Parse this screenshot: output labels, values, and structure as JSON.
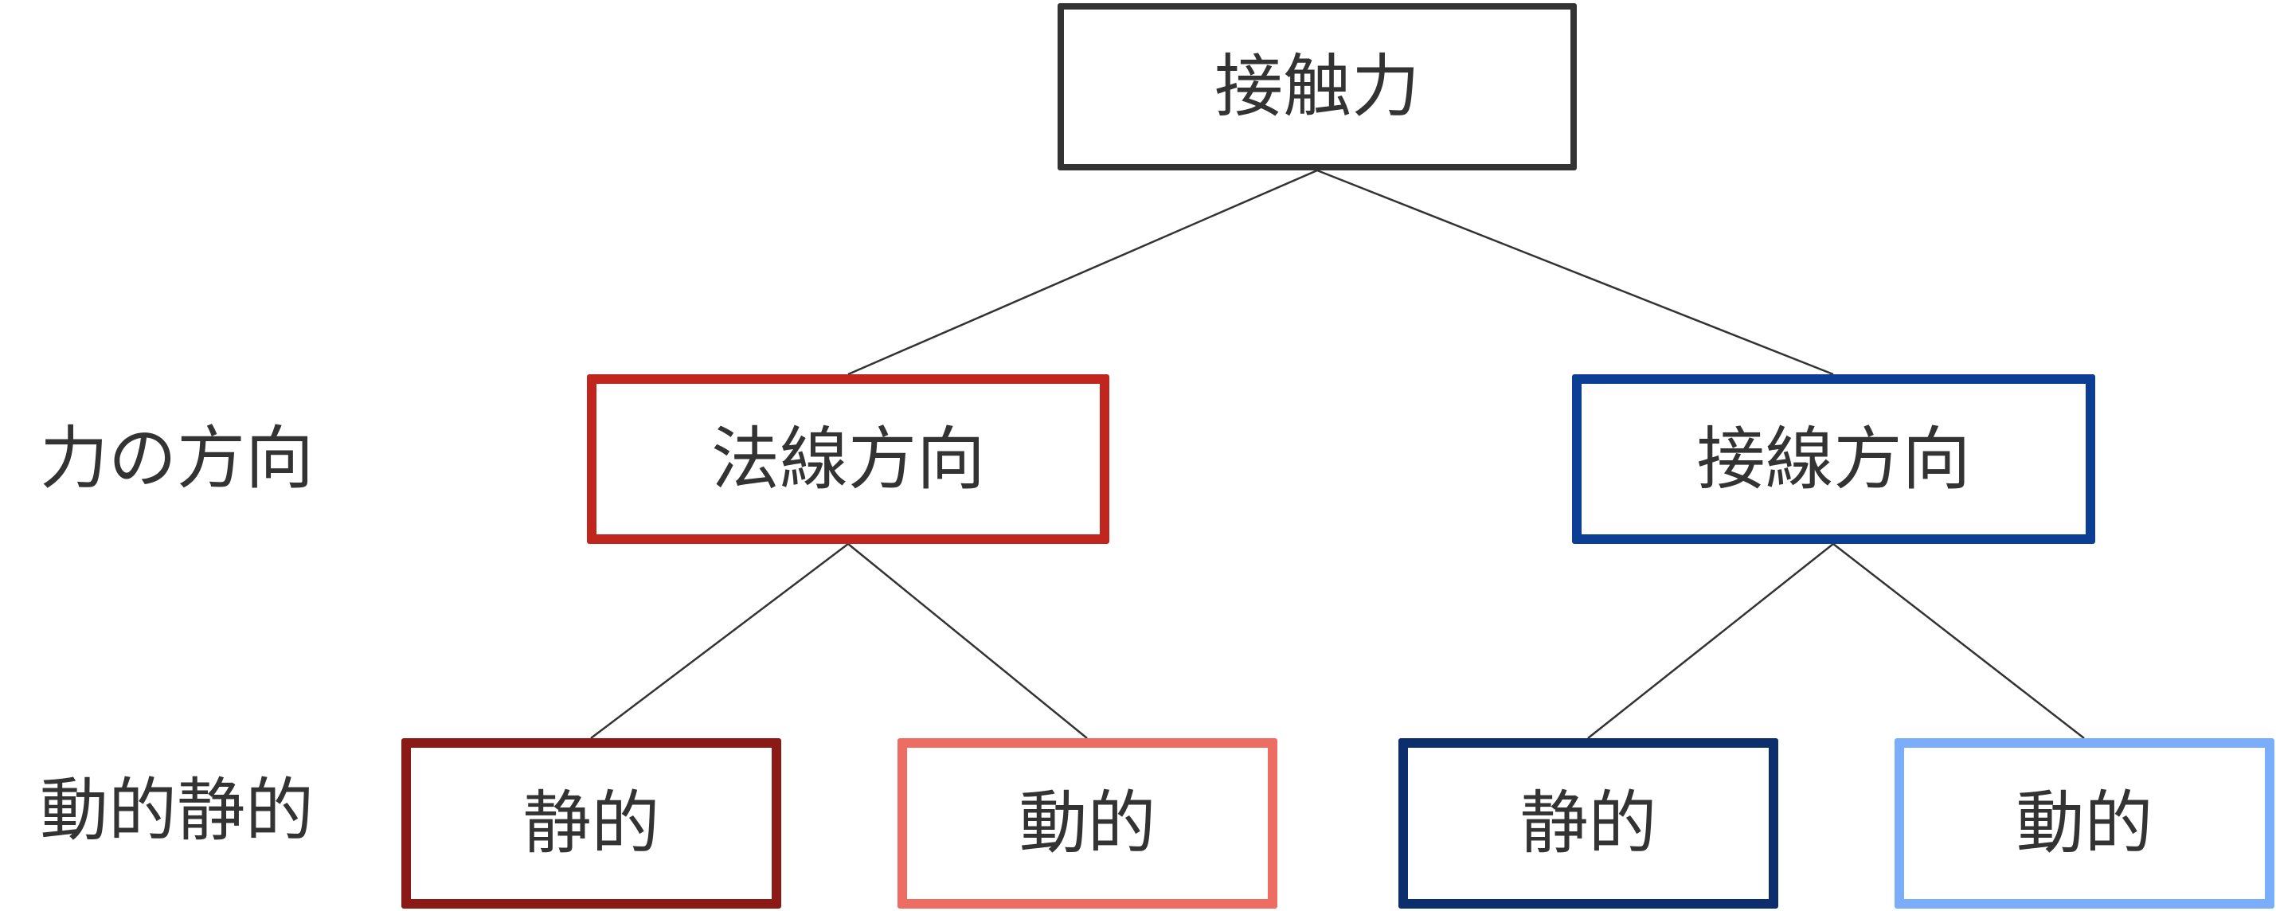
{
  "tree": {
    "root": {
      "label": "接触力",
      "color": "#333333"
    },
    "branches": [
      {
        "label": "法線方向",
        "color": "#c0261e",
        "children": [
          {
            "label": "静的",
            "color": "#8b1a16"
          },
          {
            "label": "動的",
            "color": "#ee6d63"
          }
        ]
      },
      {
        "label": "接線方向",
        "color": "#0b3f96",
        "children": [
          {
            "label": "静的",
            "color": "#0c2e6c"
          },
          {
            "label": "動的",
            "color": "#7aaefb"
          }
        ]
      }
    ]
  },
  "row_labels": {
    "level1": "力の方向",
    "level2": "動的静的"
  },
  "colors": {
    "text": "#333333",
    "connector": "#333333",
    "background": "#ffffff"
  }
}
